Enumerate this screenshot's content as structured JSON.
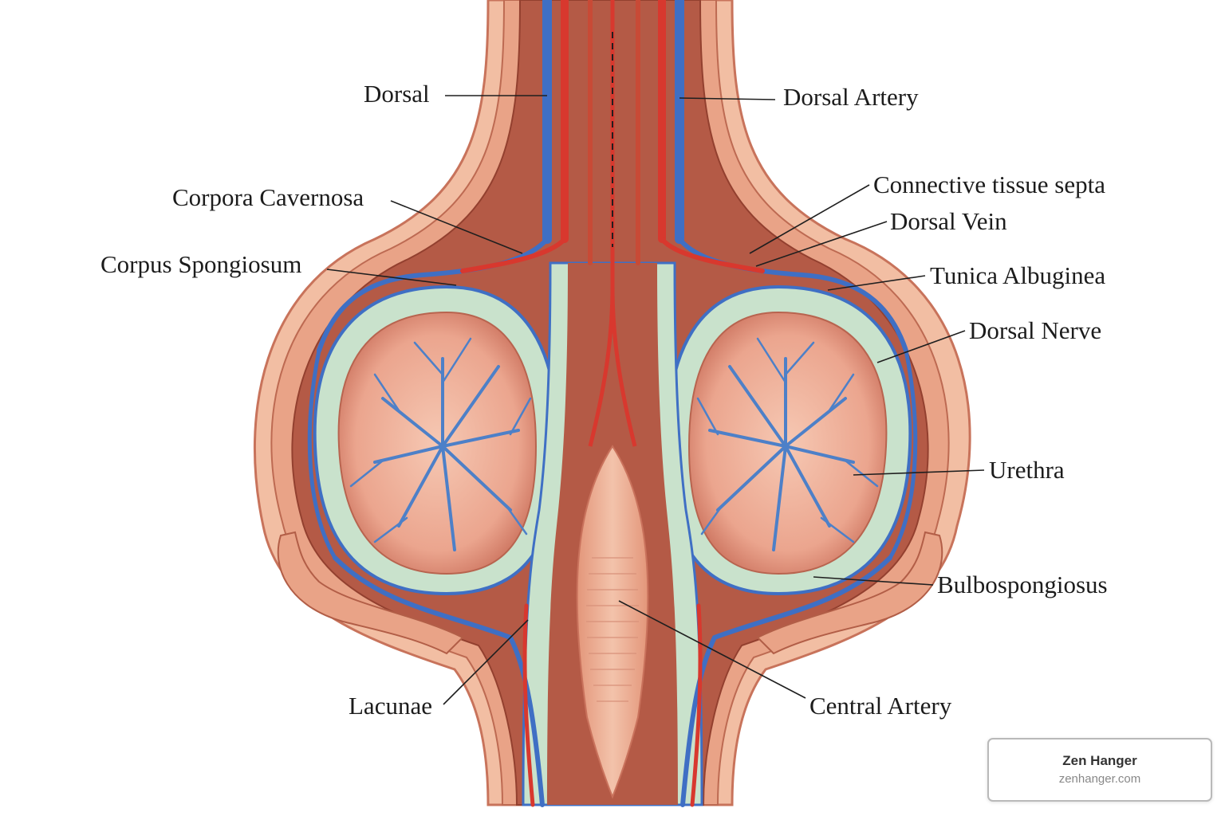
{
  "diagram": {
    "labels": {
      "dorsal": "Dorsal",
      "dorsal_artery": "Dorsal Artery",
      "corpora_cavernosa": "Corpora Cavernosa",
      "connective_tissue_septa": "Connective tissue septa",
      "dorsal_vein": "Dorsal Vein",
      "corpus_spongiosum": "Corpus Spongiosum",
      "tunica_albuginea": "Tunica Albuginea",
      "dorsal_nerve": "Dorsal Nerve",
      "urethra": "Urethra",
      "bulbospongiosus": "Bulbospongiosus",
      "lacunae": "Lacunae",
      "central_artery": "Central Artery"
    },
    "colors": {
      "skin": "#f0b89a",
      "skin_dark": "#d9866a",
      "artery": "#d8382e",
      "vein": "#3f6fc4",
      "tunica": "#bcd9c2",
      "erectile": "#e9a18b",
      "muscle": "#b4503f"
    }
  },
  "badge": {
    "title": "Zen Hanger",
    "url": "zenhanger.com"
  }
}
